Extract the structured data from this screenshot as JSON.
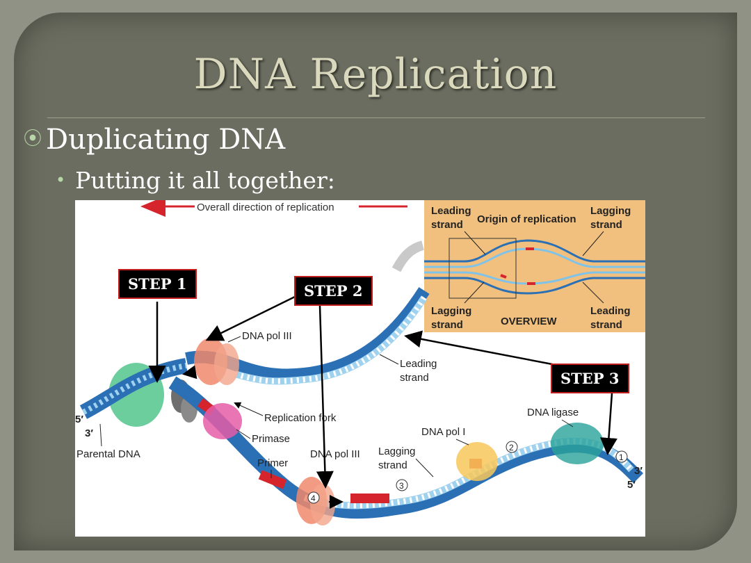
{
  "title": "DNA Replication",
  "bullet_level1": "Duplicating DNA",
  "bullet_level2": "Putting it all together:",
  "figure": {
    "direction_label": "Overall direction of replication",
    "overview": {
      "leading_strand_left": "Leading strand",
      "origin": "Origin of replication",
      "lagging_strand_right": "Lagging strand",
      "lagging_strand_left": "Lagging strand",
      "overview": "OVERVIEW",
      "leading_strand_right": "Leading strand"
    },
    "labels": {
      "dna_pol_iii_top": "DNA pol III",
      "leading_strand": "Leading strand",
      "replication_fork": "Replication fork",
      "primase": "Primase",
      "parental_dna": "Parental DNA",
      "primer": "Primer",
      "dna_pol_iii_bottom": "DNA pol III",
      "lagging_strand": "Lagging strand",
      "dna_pol_i": "DNA pol I",
      "dna_ligase": "DNA ligase",
      "five_prime_left": "5′",
      "three_prime_left": "3′",
      "three_prime_right": "3′",
      "five_prime_right": "5′",
      "num1": "1",
      "num2": "2",
      "num3": "3",
      "num4": "4"
    }
  },
  "steps": {
    "step1": "STEP 1",
    "step2": "STEP 2",
    "step3": "STEP 3"
  },
  "colors": {
    "slide_bg": "#6b6d60",
    "title": "#dad9bd",
    "dna_dark": "#2b6fb5",
    "dna_light": "#9fd2ee",
    "overview_bg": "#f2c07e",
    "primer_red": "#d6242c",
    "step_box": "#000000",
    "step_border": "#c21c1c"
  }
}
